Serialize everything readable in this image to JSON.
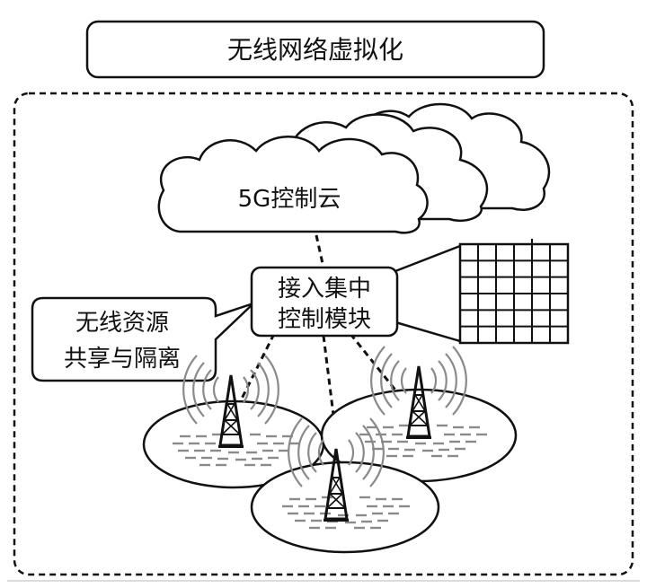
{
  "title": "无线网络虚拟化",
  "cloud": {
    "label": "5G控制云"
  },
  "control_module": {
    "line1": "接入集中",
    "line2": "控制模块"
  },
  "callout": {
    "line1": "无线资源",
    "line2": "共享与隔离"
  },
  "icons": {
    "cloud": "cloud-icon",
    "grid": "resource-grid-icon",
    "tower": "cell-tower-icon",
    "cell": "cell-coverage-icon"
  },
  "colors": {
    "ink": "#111111",
    "gray": "#8a8a8a",
    "background": "#ffffff"
  }
}
